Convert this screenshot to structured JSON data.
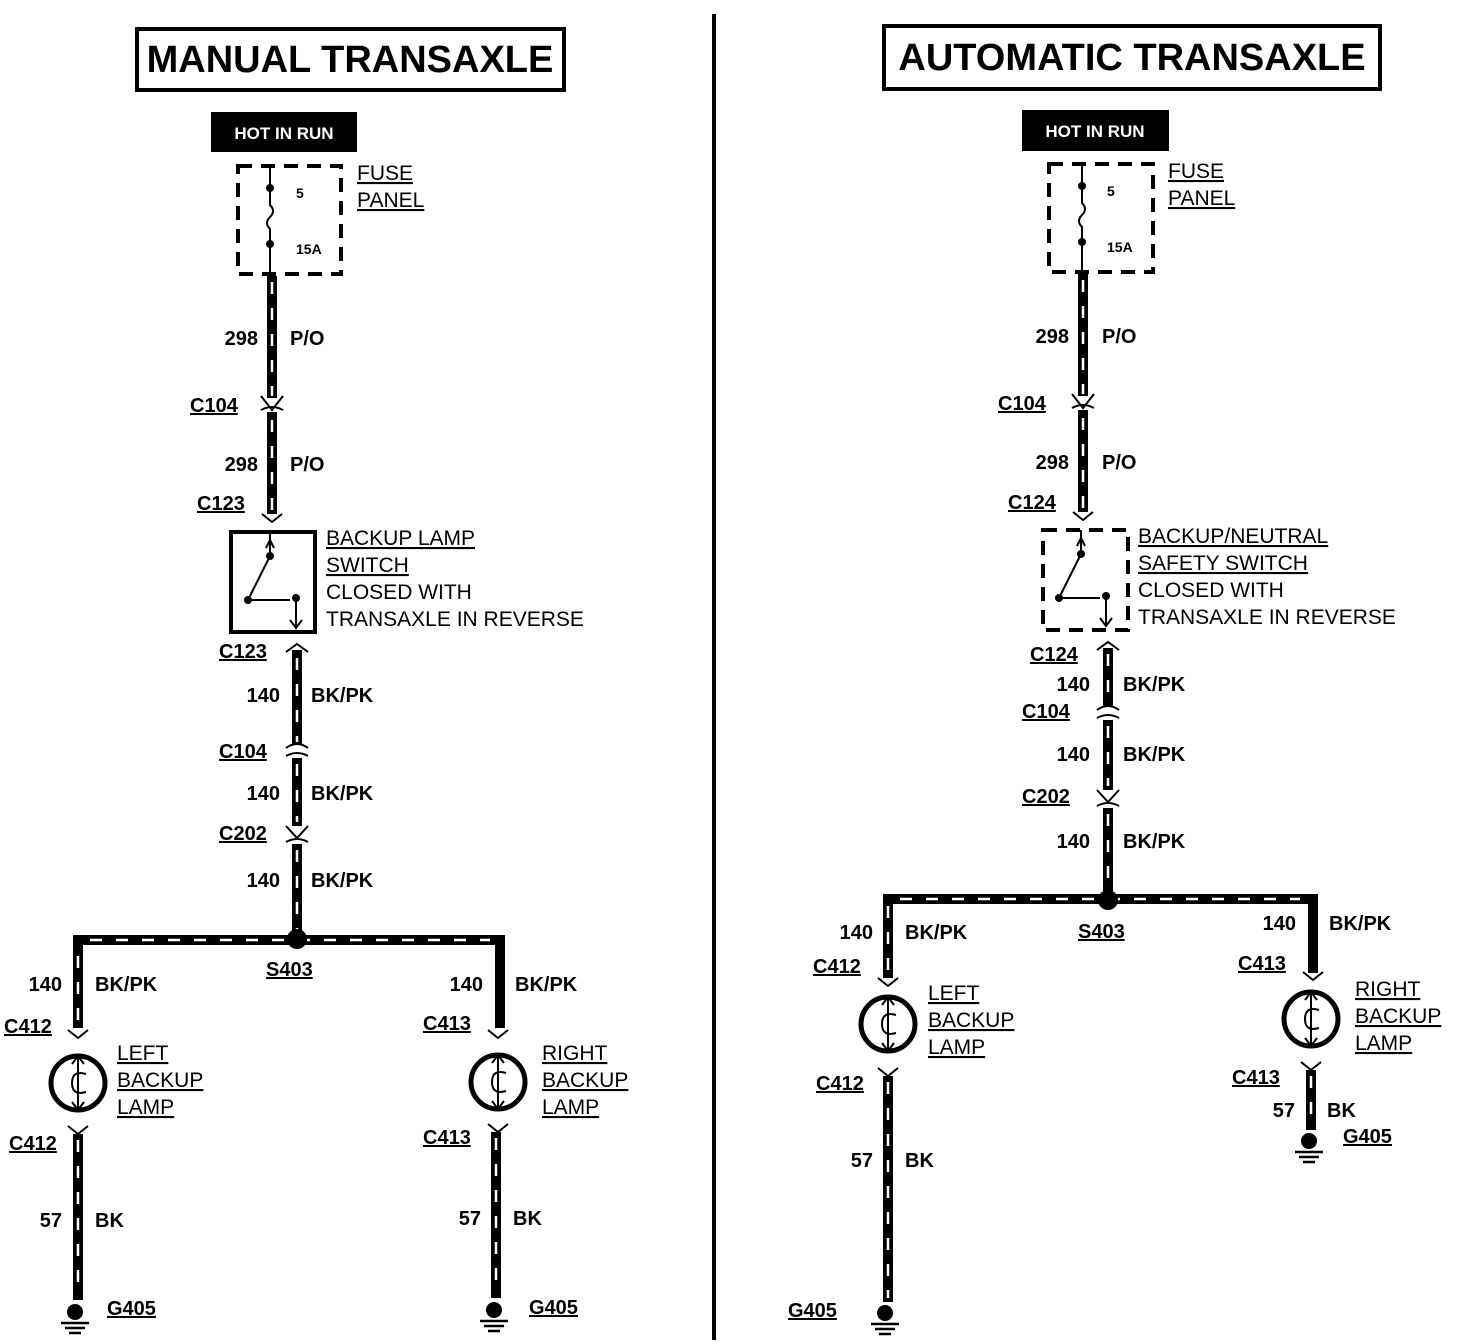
{
  "manual": {
    "title": "MANUAL TRANSAXLE",
    "hot": "HOT IN RUN",
    "fuse": {
      "label1": "FUSE",
      "label2": "PANEL",
      "number": "5",
      "rating": "15A"
    },
    "wire1": {
      "num": "298",
      "color": "P/O"
    },
    "c104_top": "C104",
    "wire2": {
      "num": "298",
      "color": "P/O"
    },
    "c123_top": "C123",
    "switch": {
      "line1": "BACKUP LAMP",
      "line2": "SWITCH",
      "line3": "CLOSED WITH",
      "line4": "TRANSAXLE IN REVERSE"
    },
    "c123_bot": "C123",
    "wire3": {
      "num": "140",
      "color": "BK/PK"
    },
    "c104_mid": "C104",
    "wire4": {
      "num": "140",
      "color": "BK/PK"
    },
    "c202": "C202",
    "wire5": {
      "num": "140",
      "color": "BK/PK"
    },
    "splice": "S403",
    "left": {
      "wire": {
        "num": "140",
        "color": "BK/PK"
      },
      "conn_top": "C412",
      "lamp1": "LEFT",
      "lamp2": "BACKUP",
      "lamp3": "LAMP",
      "conn_bot": "C412",
      "ground_wire": {
        "num": "57",
        "color": "BK"
      },
      "ground": "G405"
    },
    "right": {
      "wire": {
        "num": "140",
        "color": "BK/PK"
      },
      "conn_top": "C413",
      "lamp1": "RIGHT",
      "lamp2": "BACKUP",
      "lamp3": "LAMP",
      "conn_bot": "C413",
      "ground_wire": {
        "num": "57",
        "color": "BK"
      },
      "ground": "G405"
    }
  },
  "automatic": {
    "title": "AUTOMATIC TRANSAXLE",
    "hot": "HOT IN RUN",
    "fuse": {
      "label1": "FUSE",
      "label2": "PANEL",
      "number": "5",
      "rating": "15A"
    },
    "wire1": {
      "num": "298",
      "color": "P/O"
    },
    "c104_top": "C104",
    "wire2": {
      "num": "298",
      "color": "P/O"
    },
    "c124_top": "C124",
    "switch": {
      "line1": "BACKUP/NEUTRAL",
      "line2": "SAFETY SWITCH",
      "line3": "CLOSED WITH",
      "line4": "TRANSAXLE IN REVERSE"
    },
    "c124_bot": "C124",
    "wire3": {
      "num": "140",
      "color": "BK/PK"
    },
    "c104_mid": "C104",
    "wire4": {
      "num": "140",
      "color": "BK/PK"
    },
    "c202": "C202",
    "wire5": {
      "num": "140",
      "color": "BK/PK"
    },
    "splice": "S403",
    "left": {
      "wire": {
        "num": "140",
        "color": "BK/PK"
      },
      "conn_top": "C412",
      "lamp1": "LEFT",
      "lamp2": "BACKUP",
      "lamp3": "LAMP",
      "conn_bot": "C412",
      "ground_wire": {
        "num": "57",
        "color": "BK"
      },
      "ground": "G405"
    },
    "right": {
      "wire": {
        "num": "140",
        "color": "BK/PK"
      },
      "conn_top": "C413",
      "lamp1": "RIGHT",
      "lamp2": "BACKUP",
      "lamp3": "LAMP",
      "conn_bot": "C413",
      "ground_wire": {
        "num": "57",
        "color": "BK"
      },
      "ground": "G405"
    }
  }
}
